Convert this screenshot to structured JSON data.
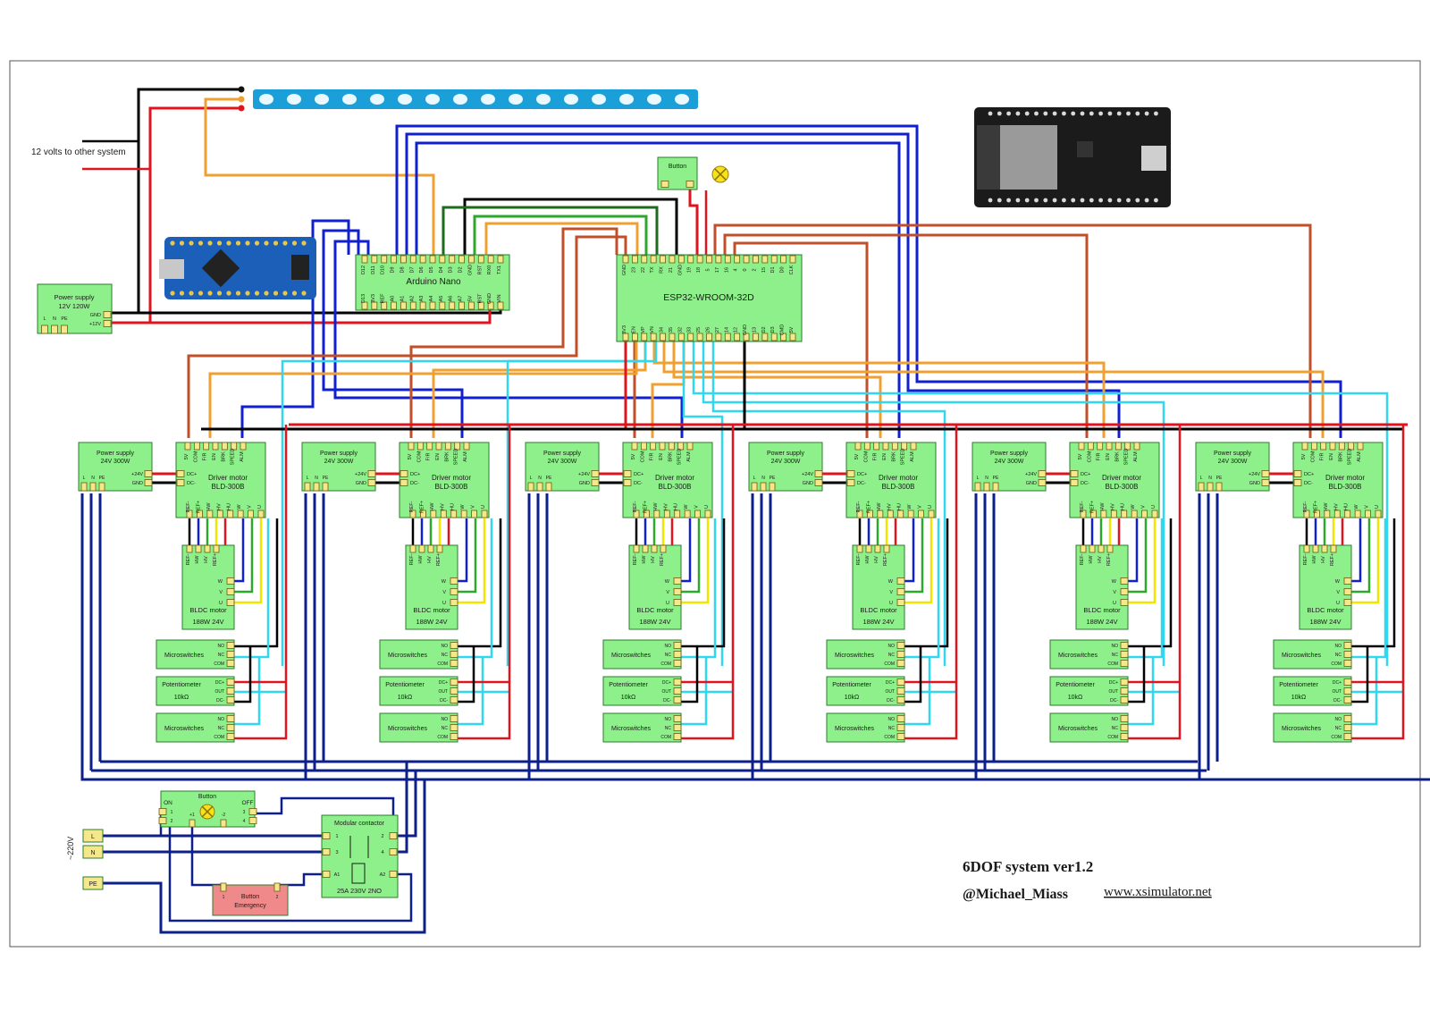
{
  "title": "6DOF system ver1.2",
  "author": "@Michael_Miass",
  "website": "www.xsimulator.net",
  "label_12v_other": "12 volts to other system",
  "main_psu": {
    "line1": "Power supply",
    "line2": "12V 120W",
    "pins_left": [
      "L",
      "N",
      "PE"
    ],
    "pins_right": [
      "GND",
      "+12V"
    ]
  },
  "arduino": {
    "name": "Arduino Nano",
    "top_pins": [
      "D12",
      "D11",
      "D10",
      "D9",
      "D8",
      "D7",
      "D6",
      "D5",
      "D4",
      "D3",
      "D2",
      "GND",
      "RST",
      "RX0",
      "TX1"
    ],
    "bottom_pins": [
      "D13",
      "3V3",
      "REF",
      "A0",
      "A1",
      "A2",
      "A3",
      "A4",
      "A5",
      "A6",
      "A7",
      "5V",
      "RST",
      "GND",
      "VIN"
    ]
  },
  "esp32": {
    "name": "ESP32-WROOM-32D",
    "top_pins": [
      "GND",
      "23",
      "22",
      "TX",
      "RX",
      "21",
      "GND",
      "19",
      "18",
      "5",
      "17",
      "16",
      "4",
      "0",
      "2",
      "15",
      "D1",
      "D0",
      "CLK"
    ],
    "bottom_pins": [
      "3V3",
      "EN",
      "VP",
      "VN",
      "34",
      "35",
      "32",
      "33",
      "25",
      "26",
      "27",
      "14",
      "12",
      "GND",
      "13",
      "D2",
      "D3",
      "CMD",
      "5V"
    ]
  },
  "top_button": {
    "label": "Button"
  },
  "cell": {
    "psu_line1": "Power supply",
    "psu_line2": "24V 300W",
    "psu_pins_right": [
      "+24V",
      "GND"
    ],
    "psu_pins_left": [
      "L",
      "N",
      "PE"
    ],
    "driver_line1": "Driver motor",
    "driver_line2": "BLD-300B",
    "driver_top_pins": [
      "5V",
      "COM",
      "F/R",
      "EN",
      "BRK",
      "SPEED",
      "ALM"
    ],
    "driver_left_pins": [
      "DC+",
      "DC-"
    ],
    "driver_bottom_pins": [
      "REF-",
      "REF+",
      "HW",
      "HV",
      "HU",
      "W",
      "V",
      "U"
    ],
    "motor_line1": "BLDC motor",
    "motor_line2": "188W 24V",
    "motor_top_pins": [
      "REF-",
      "HW",
      "HV",
      "REF+"
    ],
    "motor_right_pins": [
      "W",
      "V",
      "U"
    ],
    "micro_label": "Microswitches",
    "micro_pins": [
      "NO",
      "NC",
      "COM"
    ],
    "pot_line1": "Potentiometer",
    "pot_line2": "10kΩ",
    "pot_pins": [
      "DC+",
      "OUT",
      "DC-"
    ]
  },
  "mains": {
    "voltage": "~220V",
    "pins": [
      "L",
      "N",
      "PE"
    ]
  },
  "power_button": {
    "label": "Button",
    "on": "ON",
    "off": "OFF",
    "left_pins": [
      "1",
      "2"
    ],
    "right_pins": [
      "3",
      "4"
    ],
    "bottom_pins": [
      "+1",
      "-2"
    ]
  },
  "emergency_button": {
    "line1": "Button",
    "line2": "Emergency",
    "pins": [
      "1",
      "2"
    ]
  },
  "contactor": {
    "label": "Modular contactor",
    "rating": "25A 230V 2NO",
    "left_pins": [
      "1",
      "3",
      "A1"
    ],
    "right_pins": [
      "2",
      "4",
      "A2"
    ]
  },
  "colors": {
    "module_fill": "#8ef08a",
    "module_stroke": "#2e7d2e",
    "emergency_fill": "#f08a8a",
    "wire_black": "#000000",
    "wire_red": "#e0141e",
    "wire_blue": "#1020d0",
    "wire_navy": "#0d1f8a",
    "wire_cyan": "#2fd8f0",
    "wire_orange": "#f0a030",
    "wire_brown": "#c0502a",
    "wire_green": "#2ca82c",
    "wire_yellow": "#f2e600",
    "wire_darkgreen": "#1d6b1d"
  },
  "icons": [
    "led-strip-icon",
    "arduino-nano-photo-icon",
    "esp32-devkit-photo-icon",
    "lamp-icon"
  ]
}
